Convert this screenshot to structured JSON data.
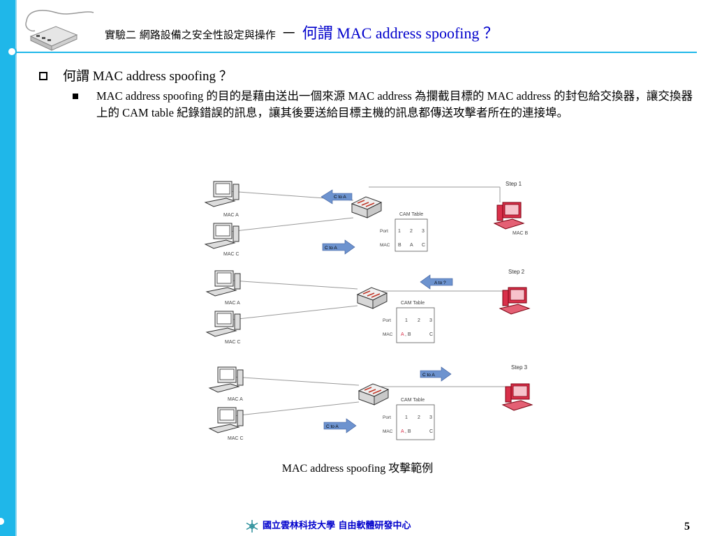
{
  "header": {
    "title_cn": "實驗二 網路設備之安全性設定與操作",
    "title_dash": "－",
    "title_topic": "何謂 MAC address spoofing ？"
  },
  "bullet1": "何謂 MAC address spoofing ？",
  "bullet2": "MAC address spoofing 的目的是藉由送出一個來源 MAC address 為攔截目標的 MAC address 的封包給交換器，讓交換器上的 CAM table 紀錄錯誤的訊息，讓其後要送給目標主機的訊息都傳送攻擊者所在的連接埠。",
  "diagram": {
    "steps": [
      "Step 1",
      "Step 2",
      "Step 3"
    ],
    "cam_table_label": "CAM Table",
    "port_label": "Port",
    "mac_label": "MAC",
    "ports": [
      "1",
      "2",
      "3"
    ],
    "step1_macs": [
      "B",
      "A",
      "C"
    ],
    "step2_macs": [
      "A",
      ", B",
      "C"
    ],
    "step3_macs": [
      "A",
      ", B",
      "C"
    ],
    "host_labels": [
      "MAC A",
      "MAC C",
      "MAC B"
    ],
    "arrows": {
      "step1_top": "C to A",
      "step1_bottom": "C to A",
      "step2": "A to ?",
      "step3_top": "C to A",
      "step3_bottom": "C to A"
    }
  },
  "caption": "MAC address spoofing 攻擊範例",
  "footer": {
    "university": "國立雲林科技大學",
    "center": "自由軟體研發中心"
  },
  "page_number": "5",
  "colors": {
    "accent": "#1fb7e9",
    "title_blue": "#0000cc",
    "arrow_fill": "#6d93cf",
    "attacker_red": "#d9304a"
  }
}
